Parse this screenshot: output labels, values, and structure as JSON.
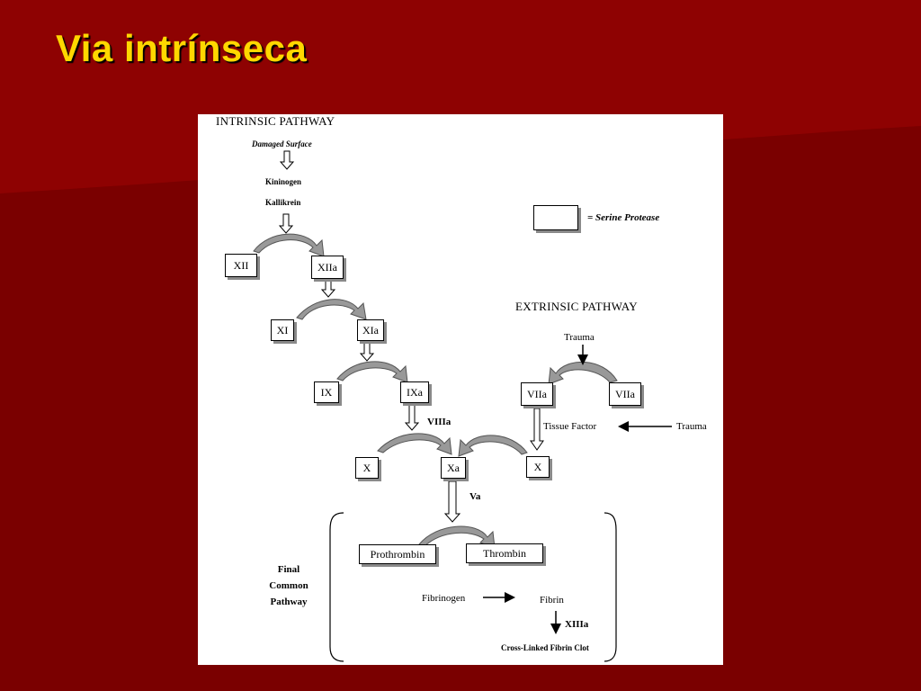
{
  "slide": {
    "title": "Via intrínseca",
    "background_color": "#7a0000",
    "accent_color": "#900000",
    "title_color": "#ffd700"
  },
  "diagram": {
    "intrinsic_heading": "INTRINSIC PATHWAY",
    "damaged_surface": "Damaged Surface",
    "kininogen": "Kininogen",
    "kallikrein": "Kallikrein",
    "legend_label": "= Serine Protease",
    "extrinsic_heading": "EXTRINSIC PATHWAY",
    "trauma_top": "Trauma",
    "trauma_right": "Trauma",
    "tissue_factor": "Tissue Factor",
    "cofactor_viiia": "VIIIa",
    "cofactor_va": "Va",
    "cofactor_xiiia": "XIIIa",
    "fibrinogen": "Fibrinogen",
    "fibrin": "Fibrin",
    "cross_linked": "Cross-Linked Fibrin Clot",
    "final_common_pathway": "Final Common Pathway",
    "boxes": {
      "xii": "XII",
      "xiia": "XIIa",
      "xi": "XI",
      "xia": "XIa",
      "ix": "IX",
      "ixa": "IXa",
      "viia": "VIIa",
      "vii": "VIIa",
      "x_left": "X",
      "xa": "Xa",
      "x_right": "X",
      "prothrombin": "Prothrombin",
      "thrombin": "Thrombin"
    }
  }
}
